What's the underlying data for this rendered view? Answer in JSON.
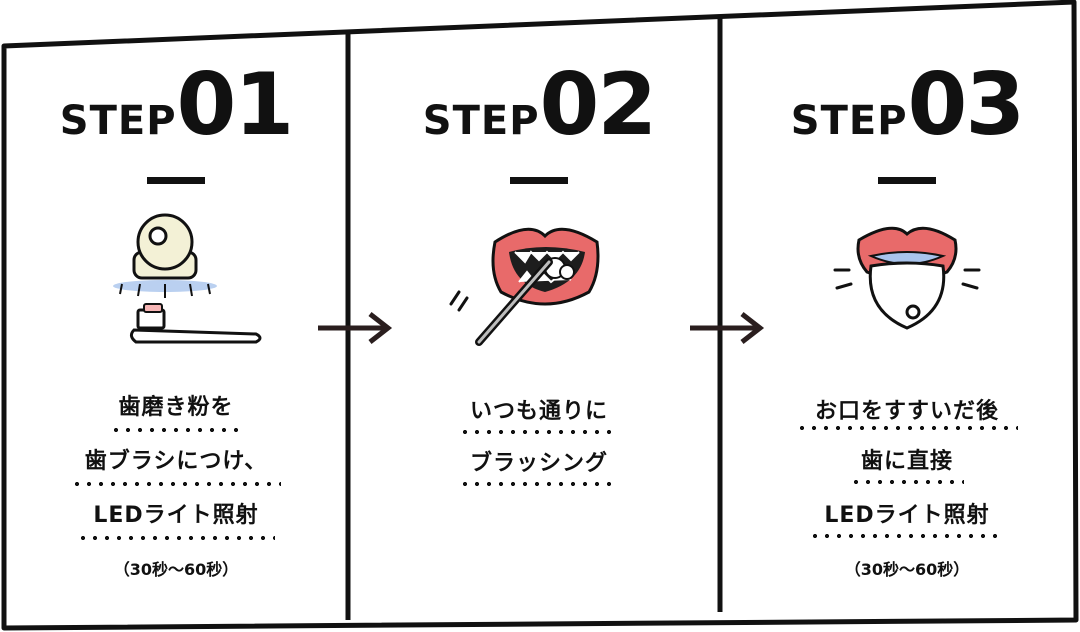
{
  "steps": [
    {
      "label": "STEP",
      "number": "01",
      "icon": "toothbrush-with-led-icon",
      "lines": [
        "歯磨き粉を",
        "歯ブラシにつけ、",
        "LEDライト照射"
      ],
      "note": "（30秒～60秒）"
    },
    {
      "label": "STEP",
      "number": "02",
      "icon": "brushing-mouth-icon",
      "lines": [
        "いつも通りに",
        "ブラッシング"
      ],
      "note": ""
    },
    {
      "label": "STEP",
      "number": "03",
      "icon": "mouth-with-led-icon",
      "lines": [
        "お口をすすいだ後",
        "歯に直接",
        "LEDライト照射"
      ],
      "note": "（30秒～60秒）"
    }
  ],
  "colors": {
    "ink": "#111111",
    "lips": "#e86a6a",
    "light_blue": "#a9c4ec",
    "device": "#f3f1d6"
  },
  "arrows": [
    "arrow-right-icon",
    "arrow-right-icon"
  ]
}
